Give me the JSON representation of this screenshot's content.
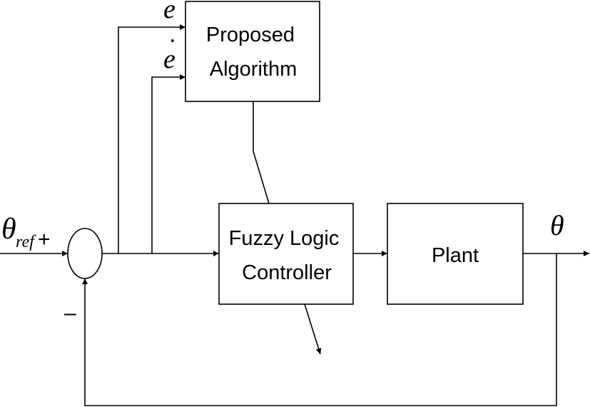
{
  "colors": {
    "stroke": "#000000",
    "background": "#ffffff"
  },
  "blocks": {
    "proposed_algorithm": {
      "line1": "Proposed",
      "line2": "Algorithm"
    },
    "fuzzy_logic_controller": {
      "line1": "Fuzzy Logic",
      "line2": "Controller"
    },
    "plant": {
      "label": "Plant"
    }
  },
  "signals": {
    "reference": {
      "symbol": "θ",
      "subscript": "ref"
    },
    "output": {
      "symbol": "θ"
    },
    "error": {
      "symbol": "e"
    },
    "error_rate": {
      "symbol": "e",
      "accent": "˙"
    }
  },
  "summing_junction": {
    "plus_sign": "+",
    "minus_sign": "–"
  }
}
